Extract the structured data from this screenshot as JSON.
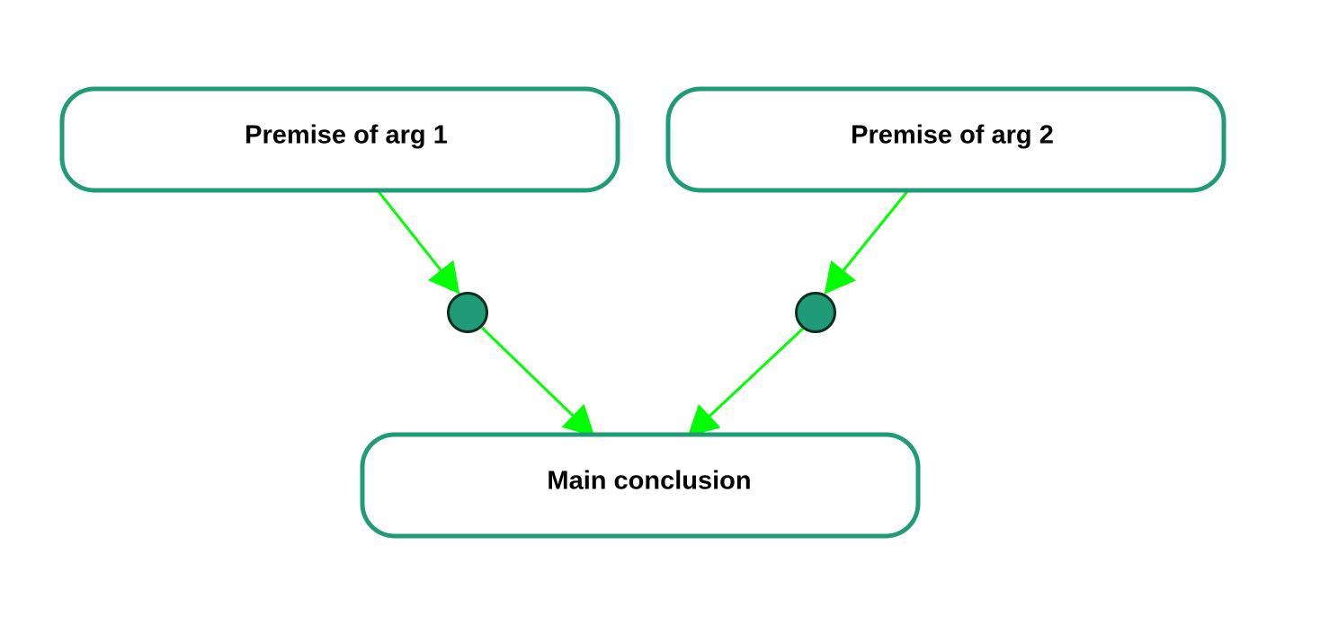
{
  "diagram": {
    "nodes": [
      {
        "id": "premise1",
        "label": "Premise of arg 1"
      },
      {
        "id": "premise2",
        "label": "Premise of arg 2"
      },
      {
        "id": "conclusion",
        "label": "Main conclusion"
      }
    ],
    "connectors": [
      {
        "id": "arg1"
      },
      {
        "id": "arg2"
      }
    ],
    "edges": [
      {
        "from": "premise1",
        "to": "arg1"
      },
      {
        "from": "arg1",
        "to": "conclusion"
      },
      {
        "from": "premise2",
        "to": "arg2"
      },
      {
        "from": "arg2",
        "to": "conclusion"
      }
    ]
  },
  "colors": {
    "node_border": "#1f9b78",
    "connector_fill": "#1f9b78",
    "connector_stroke": "#0b2e22",
    "edge": "#00ff00",
    "text": "#000000",
    "background": "#ffffff"
  }
}
